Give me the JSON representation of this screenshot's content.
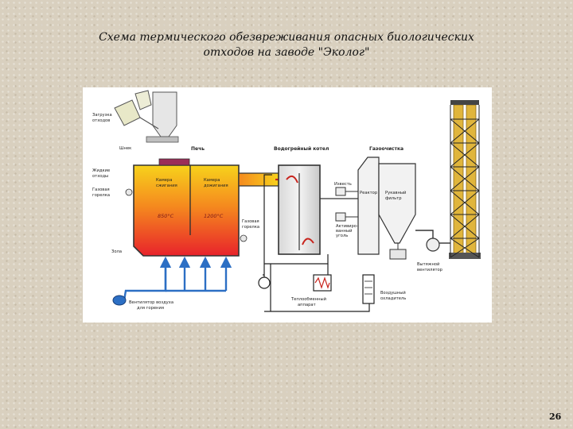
{
  "title": {
    "line1": "Схема термического обезвреживания опасных биологических",
    "line2": "отходов на заводе \"Эколог\""
  },
  "page_number": "26",
  "diagram": {
    "loading_label": [
      "Загрузка",
      "отходов"
    ],
    "auger_label": "Шнек",
    "furnace_label": "Печь",
    "boiler_label": "Водогрейный котел",
    "gas_cleaning_label": "Газоочистка",
    "liquid_waste_label": [
      "Жидкие",
      "отходы"
    ],
    "gas_burner_left_label": [
      "Газовая",
      "горелка"
    ],
    "ash_label": "Зола",
    "combustion_chamber_label": [
      "Камера",
      "сжигания"
    ],
    "combustion_temp": "850°C",
    "afterburn_chamber_label": [
      "Камера",
      "дожигания"
    ],
    "afterburn_temp": "1200°C",
    "gas_burner_right_label": [
      "Газовая",
      "горелка"
    ],
    "lime_label": "Известь",
    "activated_carbon_label": [
      "Активиро-",
      "ванный",
      "уголь"
    ],
    "reactor_label": "Реактор",
    "bag_filter_label": [
      "Рукавный",
      "фильтр"
    ],
    "exhaust_fan_label": [
      "Вытяжной",
      "вентилятор"
    ],
    "air_fan_label": [
      "Вентилятор воздуха",
      "для горения"
    ],
    "heat_exchanger_label": [
      "Теплообменный",
      "аппарат"
    ],
    "air_cooler_label": [
      "Воздушный",
      "охладитель"
    ],
    "colors": {
      "furnace_hot": "#e8292b",
      "furnace_warm": "#f5c21a",
      "pipe_blue": "#2c6fc4",
      "chimney": "#e0b53c"
    }
  }
}
